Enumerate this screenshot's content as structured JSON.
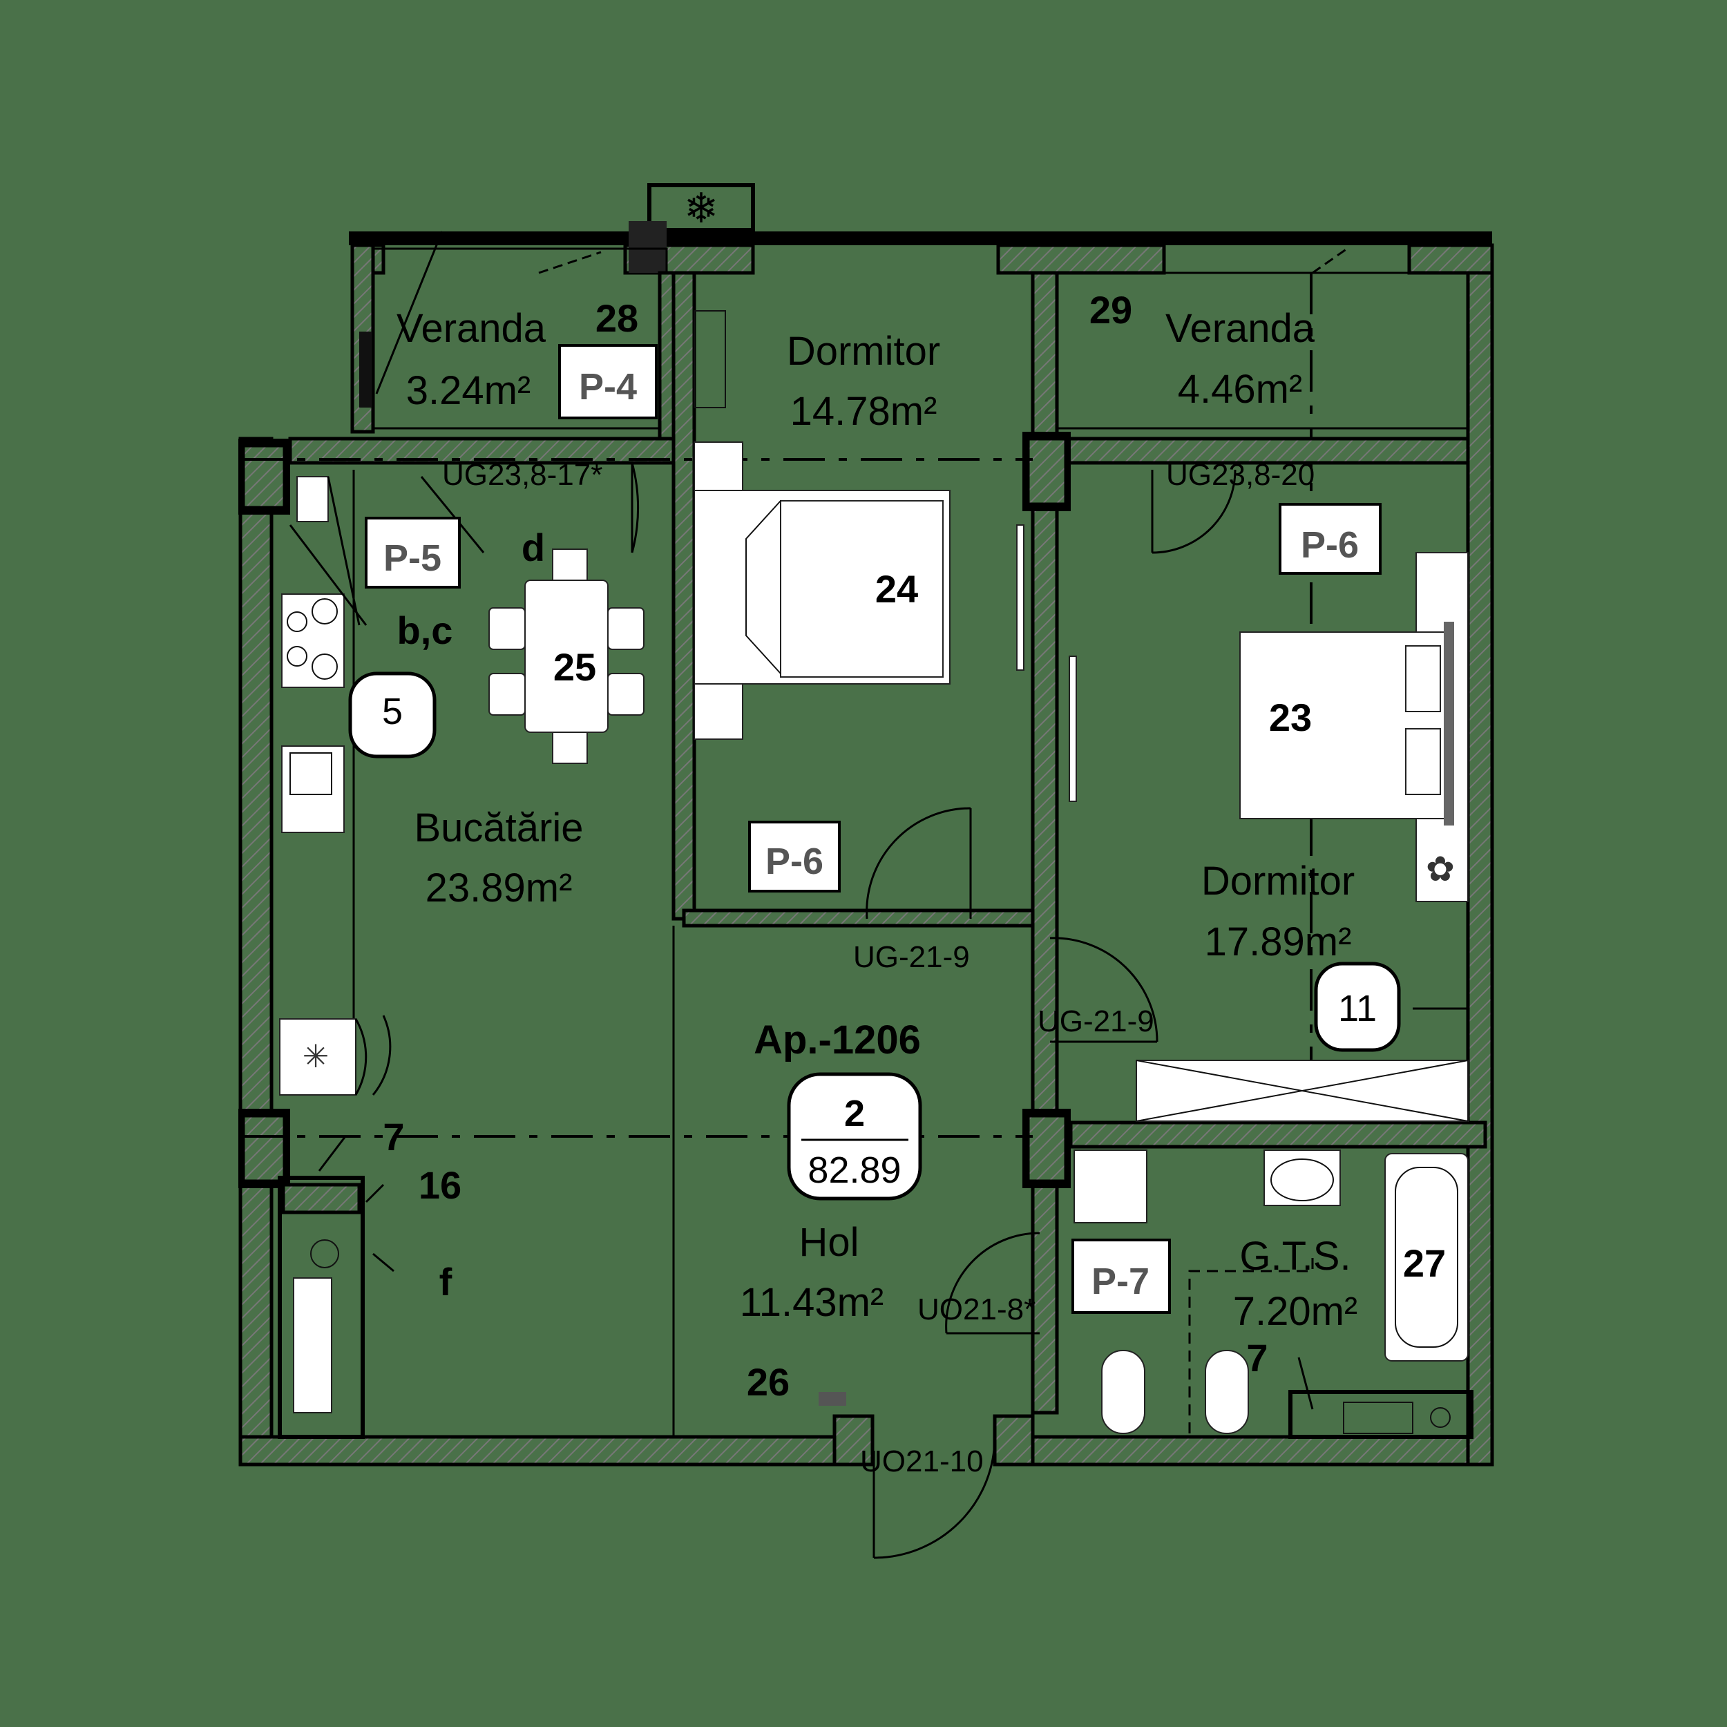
{
  "apartment": {
    "label": "Ap.-1206",
    "rooms_count": "2",
    "total_area": "82.89"
  },
  "rooms": {
    "veranda_left": {
      "name": "Veranda",
      "area": "3.24m²",
      "number": "28",
      "tag": "P-4"
    },
    "dormitor_top": {
      "name": "Dormitor",
      "area": "14.78m²",
      "tag": "P-6",
      "furniture_number": "24"
    },
    "veranda_right": {
      "name": "Veranda",
      "area": "4.46m²",
      "number": "29"
    },
    "bucatarie": {
      "name": "Bucătărie",
      "area": "23.89m²",
      "tag": "P-5",
      "furniture_number": "25"
    },
    "dormitor_right": {
      "name": "Dormitor",
      "area": "17.89m²",
      "tag": "P-6",
      "furniture_number": "23"
    },
    "hol": {
      "name": "Hol",
      "area": "11.43m²",
      "number": "26"
    },
    "gts": {
      "name": "G.T.S.",
      "area": "7.20m²",
      "tag": "P-7",
      "furniture_number": "27"
    }
  },
  "doors": {
    "kitchen_balcony": "UG23,8-17*",
    "bedroom_right_balcony": "UG23,8-20",
    "bedroom_top": "UG-21-9",
    "bedroom_right": "UG-21-9",
    "bathroom": "UO21-8*",
    "entrance": "UO21-10"
  },
  "annotations": {
    "d": "d",
    "bc": "b,c",
    "f": "f",
    "n16": "16",
    "n7_left": "7",
    "n7_bath": "7",
    "bubble_5": "5",
    "bubble_11": "11"
  },
  "colors": {
    "background": "#4a7149",
    "wall": "#000000",
    "furniture": "#ffffff",
    "tag_text": "#555555"
  }
}
